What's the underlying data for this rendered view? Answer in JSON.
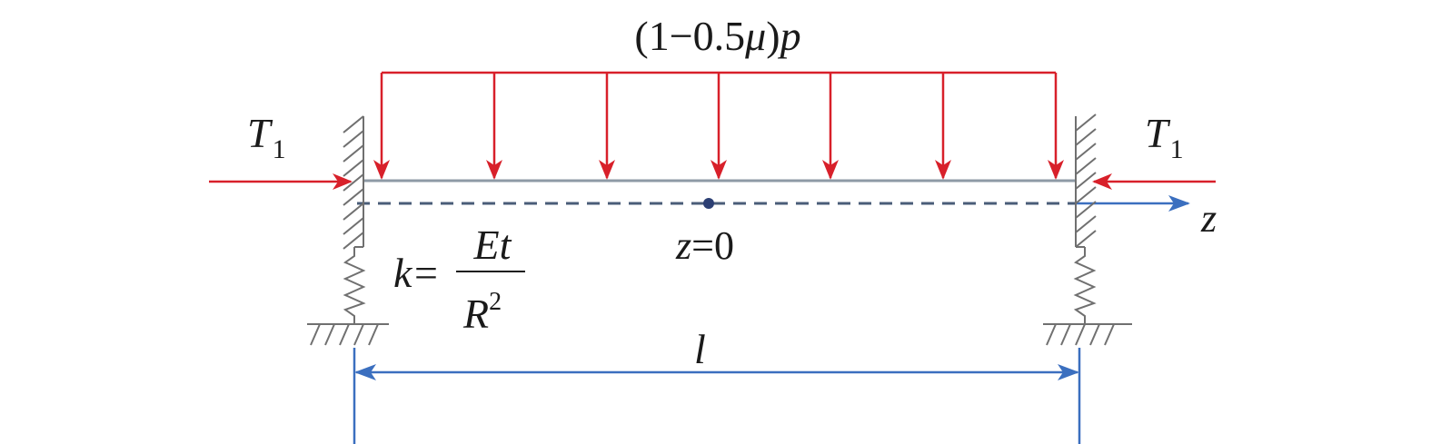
{
  "labels": {
    "load_prefix": "(1−0.5",
    "load_mu": "μ",
    "load_suffix": ")",
    "load_p": "p",
    "tension_left_T": "T",
    "tension_left_sub": "1",
    "tension_right_T": "T",
    "tension_right_sub": "1",
    "axis_z": "z",
    "origin_z": "z",
    "origin_eq": "=0",
    "spring_k": "k",
    "spring_eq": "=",
    "spring_num": "Et",
    "spring_den_R": "R",
    "spring_den_exp": "2",
    "length_l": "l"
  },
  "colors": {
    "load": "#d8202a",
    "axis": "#3b6fbf",
    "beam": "#8e9aa6",
    "support": "#707070",
    "text": "#1a1a1a"
  },
  "load_arrow_count": 7
}
